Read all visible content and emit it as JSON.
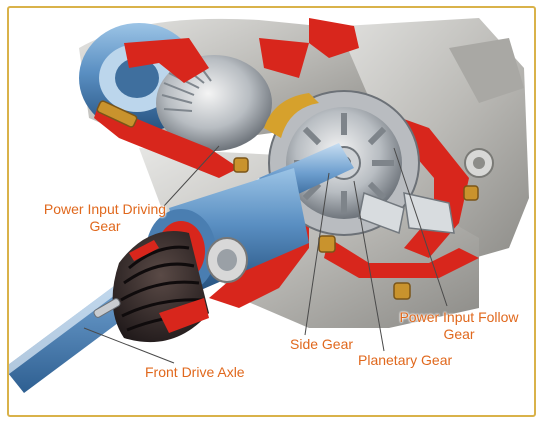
{
  "labels": {
    "power_input_driving_gear": [
      "Power Input Driving",
      "Gear"
    ],
    "side_gear": "Side Gear",
    "planetary_gear": "Planetary Gear",
    "power_input_follow_gear": [
      "Power Input Follow",
      "Gear"
    ],
    "front_drive_axle": "Front Drive Axle"
  },
  "colors": {
    "label": "#e0681d",
    "cutaway_red": "#d8261c",
    "steel_blue": "#5a8fc2",
    "frame_gold": "#d9b24a"
  }
}
